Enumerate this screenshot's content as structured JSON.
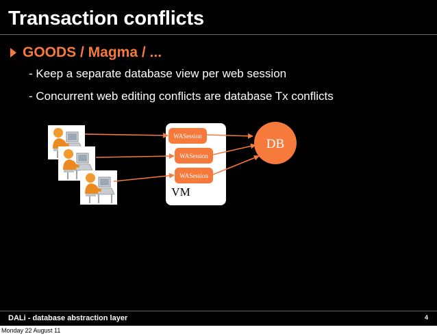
{
  "slide": {
    "title": "Transaction conflicts",
    "bullet": "GOODS / Magma / ...",
    "subpoints": [
      "- Keep a separate database view per web session",
      "- Concurrent web editing conflicts are database Tx conflicts"
    ],
    "footer": "DALi - database abstraction layer",
    "page_number": "4"
  },
  "diagram": {
    "vm_label": "VM",
    "db_label": "DB",
    "sessions": [
      "WASession",
      "WASession",
      "WASession"
    ],
    "icons": [
      "user-at-computer-icon",
      "user-at-computer-icon",
      "user-at-computer-icon"
    ]
  },
  "colors": {
    "accent": "#f57a3c",
    "background": "#000000",
    "text": "#ffffff"
  },
  "below_slide": {
    "date": "Monday 22 August 11"
  }
}
